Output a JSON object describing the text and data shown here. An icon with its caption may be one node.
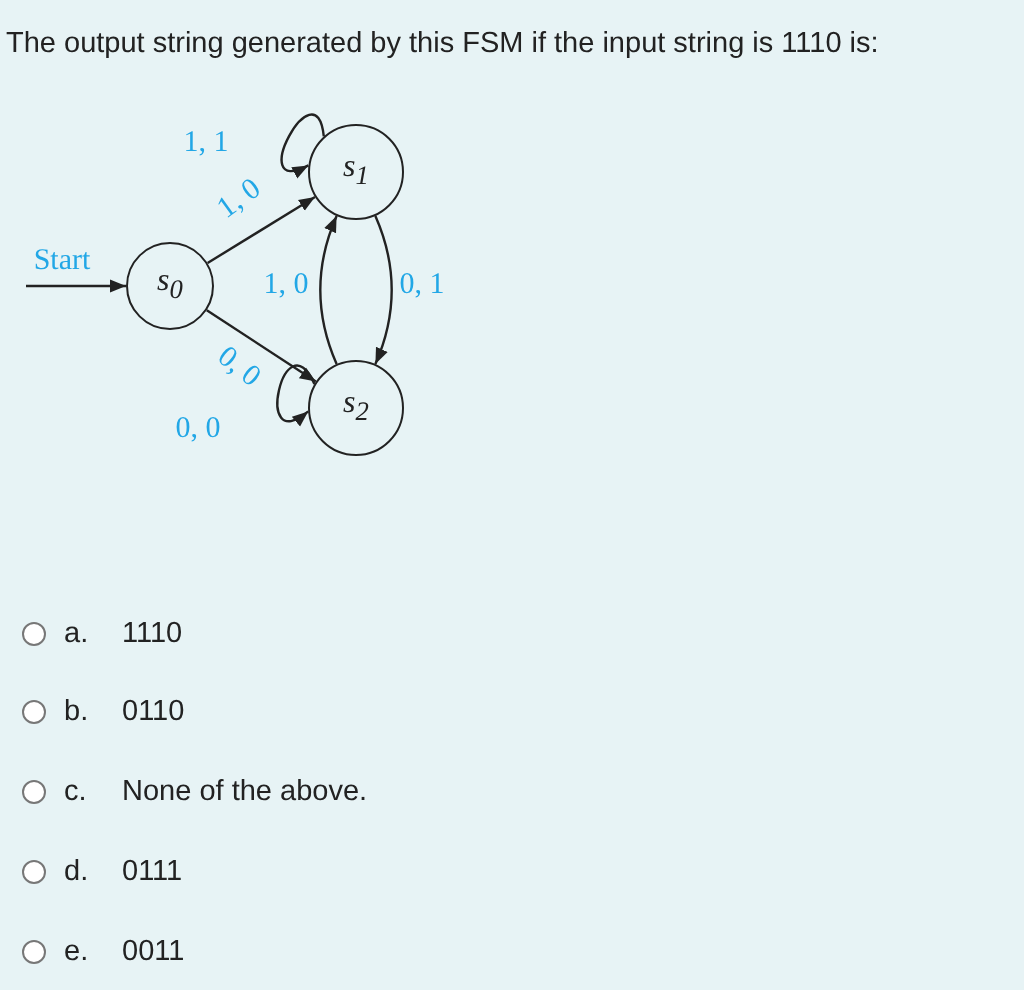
{
  "diagram": {
    "title": "The output string generated by this FSM if the input string is 1110 is:",
    "nodes": [
      {
        "text": [
          "s$_{0}$"
        ]
      },
      {
        "text": [
          "s$_{1}$"
        ]
      },
      {
        "text": [
          "s$_{2}$"
        ]
      }
    ],
    "edges": [
      {
        "from": null,
        "to": 0,
        "arrow": "to",
        "label": "Start"
      },
      {
        "from": 1,
        "to": 1,
        "arrow": "to",
        "label": "1, 1"
      },
      {
        "from": 0,
        "to": 1,
        "arrow": "to",
        "label": "1, 0"
      },
      {
        "from": 2,
        "to": 1,
        "arrow": "to",
        "label": "1, 0"
      },
      {
        "from": 1,
        "to": 2,
        "arrow": "to",
        "label": "0, 1"
      },
      {
        "from": 0,
        "to": 2,
        "arrow": "to",
        "label": "0, 0"
      },
      {
        "from": 2,
        "to": 2,
        "arrow": "to",
        "label": "0, 0"
      }
    ],
    "labels": [
      "a.",
      "1110",
      "b.",
      "0110",
      "c.",
      "None of the above.",
      "d.",
      "0111",
      "e.",
      "0011"
    ]
  }
}
